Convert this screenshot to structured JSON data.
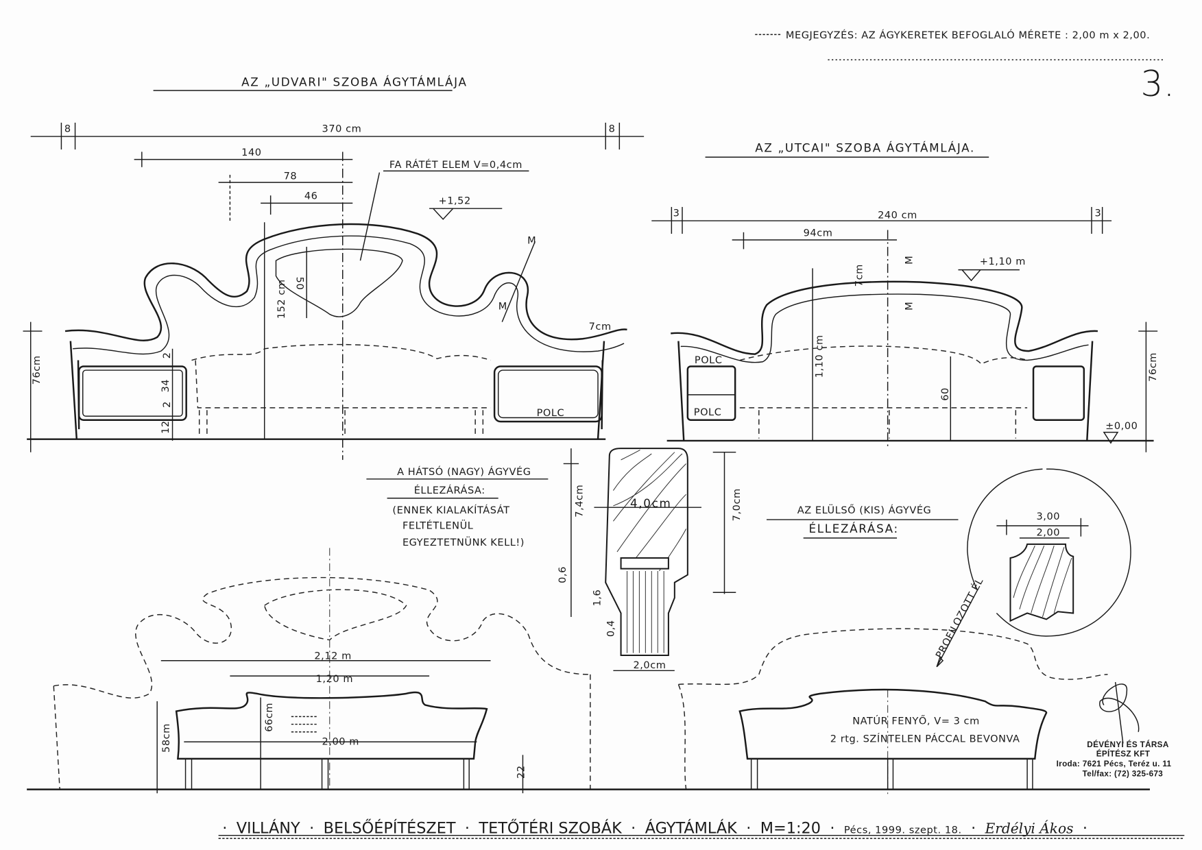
{
  "note": {
    "text": "MEGJEGYZÉS: AZ ÁGYKERETEK BEFOGLALÓ MÉRETE : 2,00 m x 2,00.",
    "sheet_number": "3."
  },
  "udvari": {
    "title": "AZ „UDVARI\" SZOBA ÁGYTÁMLÁJA",
    "dims": {
      "edge_left": "8",
      "edge_right": "8",
      "total": "370 cm",
      "d140": "140",
      "d78": "78",
      "d46": "46",
      "d50": "50",
      "height": "152 cm",
      "side": "76cm",
      "thick": "7cm",
      "s2a": "2",
      "s34": "34",
      "s2b": "2",
      "s12": "12"
    },
    "annotation": "FA RÁTÉT ELEM  V=0,4cm",
    "level": "+1,52",
    "section_mark": "M",
    "shelf": "POLC"
  },
  "utcai": {
    "title": "AZ „UTCAI\" SZOBA ÁGYTÁMLÁJA.",
    "dims": {
      "edge_left": "3",
      "edge_right": "3",
      "total": "240 cm",
      "d94": "94cm",
      "height": "1,10 cm",
      "d60": "60",
      "side": "76cm",
      "thick": "7cm"
    },
    "level": "+1,10 m",
    "ground": "±0,00",
    "section_mark": "M",
    "shelf": "POLC"
  },
  "back_end": {
    "lines": [
      "A HÁTSÓ (NAGY) ÁGYVÉG",
      "ÉLLEZÁRÁSA:",
      "(ENNEK KIALAKÍTÁSÁT",
      "FELTÉTLENÜL",
      "EGYEZTETNÜNK KELL!)"
    ],
    "dims": {
      "h74": "7,4cm",
      "w40": "4,0cm",
      "h70": "7,0cm",
      "d06": "0,6",
      "d16": "1,6",
      "d04": "0,4",
      "w20": "2,0cm"
    }
  },
  "front_end": {
    "lines": [
      "AZ ELÜLSŐ (KIS) ÁGYVÉG",
      "ÉLLEZÁRÁSA:"
    ],
    "dims": {
      "outer": "3,00",
      "inner": "2,00"
    },
    "edge_label": "PROFILOZOTT ÉL"
  },
  "bench_left": {
    "dims": {
      "w212": "2,12 m",
      "w120": "1,20 m",
      "w200": "2,00 m",
      "h66": "66cm",
      "h58": "58cm",
      "h22": "22"
    }
  },
  "bench_right": {
    "material": "NATÚR FENYŐ, V= 3 cm",
    "finish": "2 rtg. SZÍNTELEN PÁCCAL BEVONVA"
  },
  "stamp": {
    "name": "DÉVÉNYI ÉS TÁRSA",
    "type": "ÉPÍTÉSZ KFT",
    "office": "Iroda: 7621 Pécs, Teréz u. 11",
    "phone": "Tel/fax: (72) 325-673"
  },
  "title_block": {
    "place": "VILLÁNY",
    "discipline": "BELSŐÉPÍTÉSZET",
    "rooms": "TETŐTÉRI SZOBÁK",
    "subject": "ÁGYTÁMLÁK",
    "scale": "M=1:20",
    "date": "Pécs, 1999. szept. 18.",
    "signature": "Erdélyi Ákos"
  }
}
